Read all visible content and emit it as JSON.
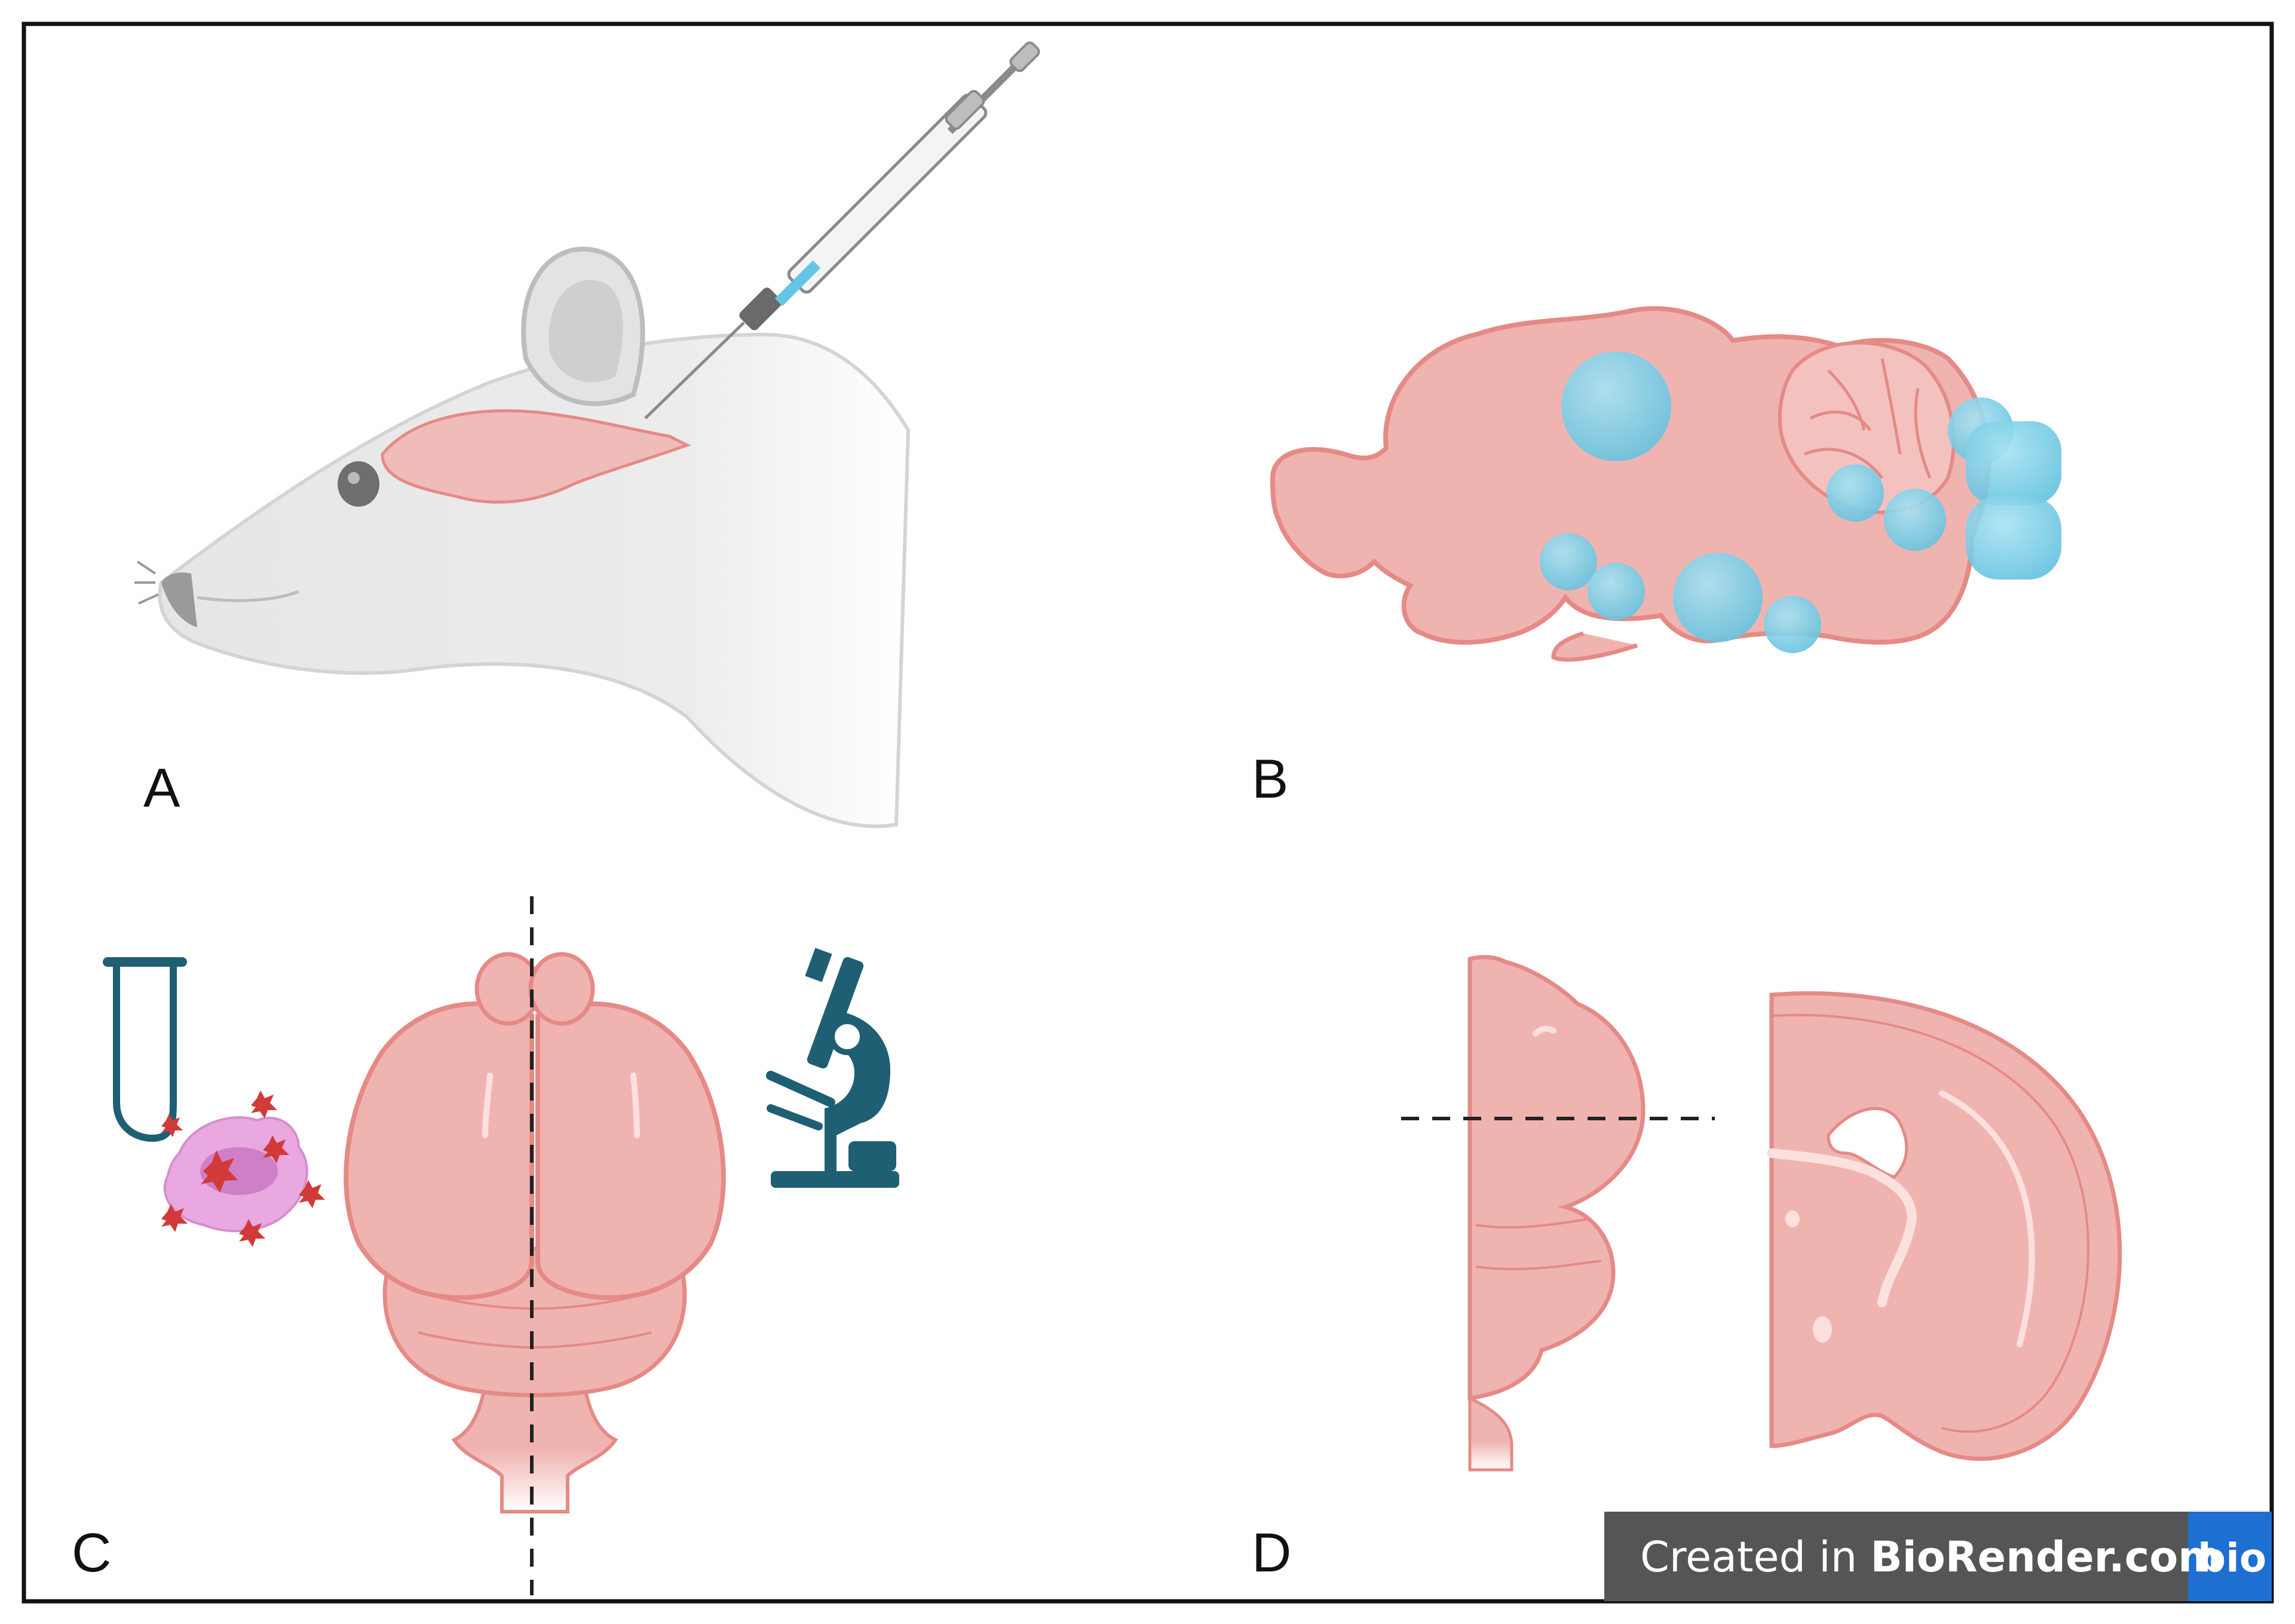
{
  "figure": {
    "panels": {
      "a": {
        "label": "A"
      },
      "b": {
        "label": "B"
      },
      "c": {
        "label": "C"
      },
      "d": {
        "label": "D"
      }
    },
    "badge": {
      "prefix": "Created in ",
      "brand": "BioRender.com",
      "logo": "bio"
    },
    "colors": {
      "brain_fill": "#f0b4b0",
      "brain_stroke": "#e58a86",
      "lesion_blue": "#7fd0e8",
      "teal_icon": "#1f5f73",
      "badge_bg": "#555555",
      "badge_logo_bg": "#1d6fd1"
    },
    "icons": [
      "mouse-head-icon",
      "syringe-icon",
      "sagittal-brain-icon",
      "test-tube-icon",
      "cell-cluster-icon",
      "dorsal-brain-icon",
      "microscope-icon",
      "half-brain-icon",
      "coronal-section-icon"
    ]
  }
}
